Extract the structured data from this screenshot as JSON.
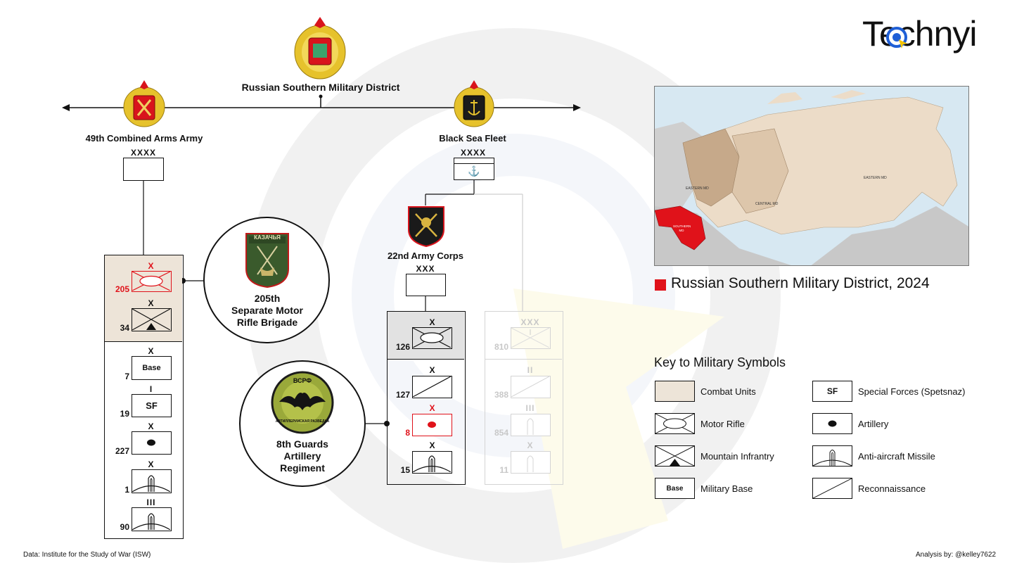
{
  "brand": {
    "logo_text": "Technyi"
  },
  "hq": {
    "title": "Russian Southern Military District"
  },
  "left_branch": {
    "title": "49th Combined Arms Army",
    "echelon": "XXXX"
  },
  "right_branch": {
    "title": "Black Sea Fleet",
    "echelon": "XXXX"
  },
  "corps": {
    "title": "22nd Army Corps",
    "echelon": "XXX"
  },
  "army_units": {
    "combat": [
      {
        "number": "205",
        "echelon": "X",
        "symbol": "motor-rifle",
        "highlight": true
      },
      {
        "number": "34",
        "echelon": "X",
        "symbol": "mountain-infantry"
      }
    ],
    "support": [
      {
        "number": "7",
        "echelon": "X",
        "symbol": "base",
        "text": "Base"
      },
      {
        "number": "19",
        "echelon": "I",
        "symbol": "sf",
        "text": "SF"
      },
      {
        "number": "227",
        "echelon": "X",
        "symbol": "artillery"
      },
      {
        "number": "1",
        "echelon": "X",
        "symbol": "anti-aircraft"
      },
      {
        "number": "90",
        "echelon": "III",
        "symbol": "anti-aircraft"
      }
    ]
  },
  "corps_units": {
    "combat": [
      {
        "number": "126",
        "echelon": "X",
        "symbol": "motor-rifle"
      }
    ],
    "support": [
      {
        "number": "127",
        "echelon": "X",
        "symbol": "reconnaissance"
      },
      {
        "number": "8",
        "echelon": "X",
        "symbol": "artillery",
        "highlight": true
      },
      {
        "number": "15",
        "echelon": "X",
        "symbol": "anti-aircraft"
      }
    ]
  },
  "faded_units": [
    {
      "number": "810",
      "echelon": "XXX"
    },
    {
      "number": "388",
      "echelon": "II"
    },
    {
      "number": "854",
      "echelon": "III"
    },
    {
      "number": "11",
      "echelon": "X"
    }
  ],
  "callouts": {
    "brigade": {
      "patch_text": "КАЗАЧЬЯ",
      "caption": [
        "205th",
        "Separate Motor",
        "Rifle Brigade"
      ]
    },
    "regiment": {
      "patch_text_top": "ВСРФ",
      "patch_text_bottom": "АРТИЛЛЕРИЙСКАЯ РАЗВЕДКА",
      "caption": [
        "8th Guards",
        "Artillery",
        "Regiment"
      ]
    }
  },
  "map": {
    "labels": {
      "eastern_west": "EASTERN MD",
      "central": "CENTRAL MD",
      "eastern": "EASTERN MD",
      "southern": "SOUTHERN MD"
    },
    "caption": "Russian Southern Military District,",
    "year": "2024",
    "highlight_color": "#e0121a"
  },
  "key": {
    "title": "Key to Military Symbols",
    "items_left": [
      {
        "symbol": "combat",
        "label": "Combat Units"
      },
      {
        "symbol": "motor-rifle",
        "label": "Motor Rifle"
      },
      {
        "symbol": "mountain-infantry",
        "label": "Mountain Infrantry"
      },
      {
        "symbol": "base",
        "label": "Military Base",
        "text": "Base"
      }
    ],
    "items_right": [
      {
        "symbol": "sf",
        "label": "Special Forces (Spetsnaz)",
        "text": "SF"
      },
      {
        "symbol": "artillery",
        "label": "Artillery"
      },
      {
        "symbol": "anti-aircraft",
        "label": "Anti-aircraft Missile"
      },
      {
        "symbol": "reconnaissance",
        "label": "Reconnaissance"
      }
    ]
  },
  "footer": {
    "source": "Data: Institute for the Study of War (ISW)",
    "credit": "Analysis by: @kelley7622"
  },
  "colors": {
    "combat_fill": "#ede4d8",
    "corps_fill": "#e2e2e2",
    "accent": "#e0121a",
    "faded": "#c8c8c8"
  }
}
